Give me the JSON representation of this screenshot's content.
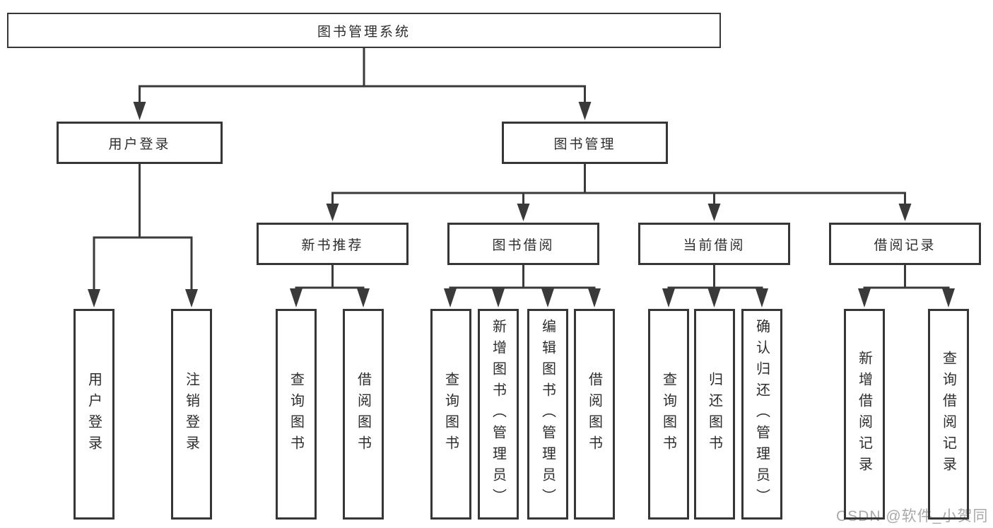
{
  "tree": {
    "label": "图书管理系统",
    "children": [
      {
        "label": "用户登录",
        "children": [
          {
            "label": "用户登录"
          },
          {
            "label": "注销登录"
          }
        ]
      },
      {
        "label": "图书管理",
        "children": [
          {
            "label": "新书推荐",
            "children": [
              {
                "label": "查询图书"
              },
              {
                "label": "借阅图书"
              }
            ]
          },
          {
            "label": "图书借阅",
            "children": [
              {
                "label": "查询图书"
              },
              {
                "label": "新增图书（管理员）"
              },
              {
                "label": "编辑图书（管理员）"
              },
              {
                "label": "借阅图书"
              }
            ]
          },
          {
            "label": "当前借阅",
            "children": [
              {
                "label": "查询图书"
              },
              {
                "label": "归还图书"
              },
              {
                "label": "确认归还（管理员）"
              }
            ]
          },
          {
            "label": "借阅记录",
            "children": [
              {
                "label": "新增借阅记录"
              },
              {
                "label": "查询借阅记录"
              }
            ]
          }
        ]
      }
    ]
  },
  "watermark": {
    "text": "CSDN @软件_小贺同学"
  },
  "colors": {
    "line": "#3a3a3a",
    "box_border": "#363636",
    "text": "#2d2d2d",
    "watermark": "#a9a9a9",
    "background": "#ffffff"
  }
}
